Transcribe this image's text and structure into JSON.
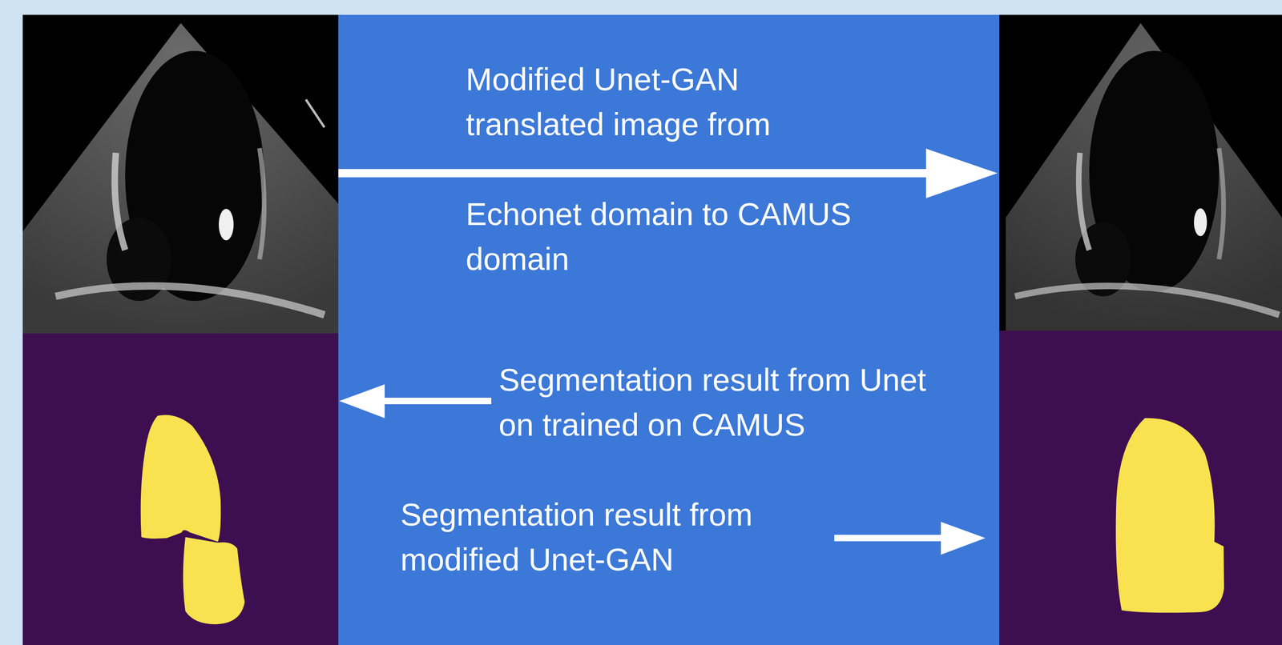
{
  "diagram": {
    "labels": [
      "Modified Unet-GAN translated image from",
      "Echonet domain to CAMUS domain",
      "Segmentation result from Unet on trained on CAMUS",
      "Segmentation result from modified Unet-GAN"
    ]
  }
}
